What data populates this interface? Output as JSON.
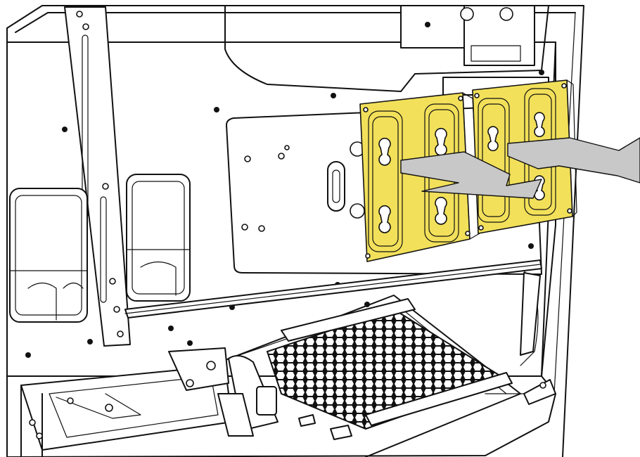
{
  "figure": {
    "type": "installation-diagram",
    "subject": "drive-brackets-removal-from-case-panel",
    "accent_color": "#f2e05a",
    "arrow_color": "#c8c8c8",
    "line_color": "#111111",
    "bracket_count": 2,
    "arrow_count": 2
  }
}
